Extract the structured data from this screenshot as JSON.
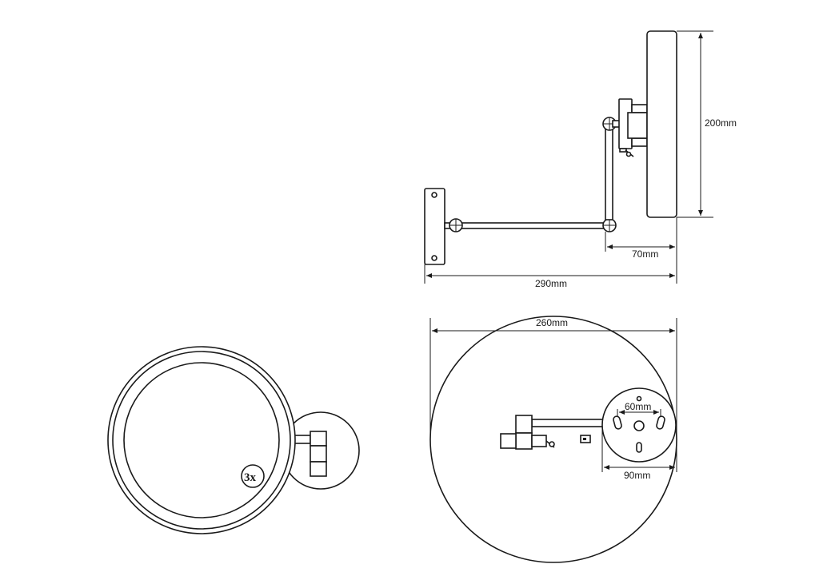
{
  "dimensions": {
    "mirror_height": "200mm",
    "mirror_offset": "70mm",
    "total_projection": "290mm",
    "mirror_diameter": "260mm",
    "plate_hole_spacing": "60mm",
    "plate_diameter": "90mm"
  },
  "front_view": {
    "magnification": "3x"
  }
}
